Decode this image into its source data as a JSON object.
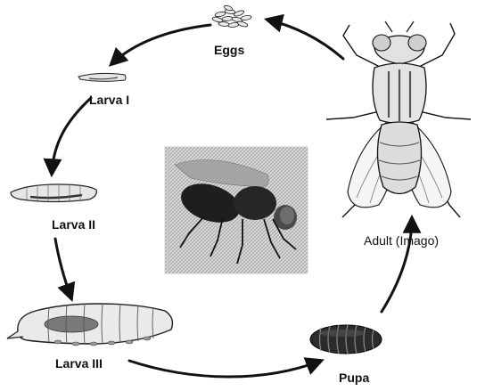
{
  "diagram": {
    "stages": [
      {
        "id": "eggs",
        "label": "Eggs",
        "icon": "eggs-cluster-icon"
      },
      {
        "id": "larva1",
        "label": "Larva I",
        "icon": "larva-small-icon"
      },
      {
        "id": "larva2",
        "label": "Larva II",
        "icon": "larva-medium-icon"
      },
      {
        "id": "larva3",
        "label": "Larva III",
        "icon": "larva-large-icon"
      },
      {
        "id": "pupa",
        "label": "Pupa",
        "icon": "pupa-icon"
      },
      {
        "id": "adult",
        "label": "Adult (Imago)",
        "icon": "adult-fly-icon"
      }
    ],
    "center_image": {
      "icon": "housefly-photo-icon"
    },
    "colors": {
      "ink": "#111111",
      "body_dark": "#2b2b2b",
      "body_light": "#e6e6e6",
      "background": "#ffffff"
    }
  }
}
